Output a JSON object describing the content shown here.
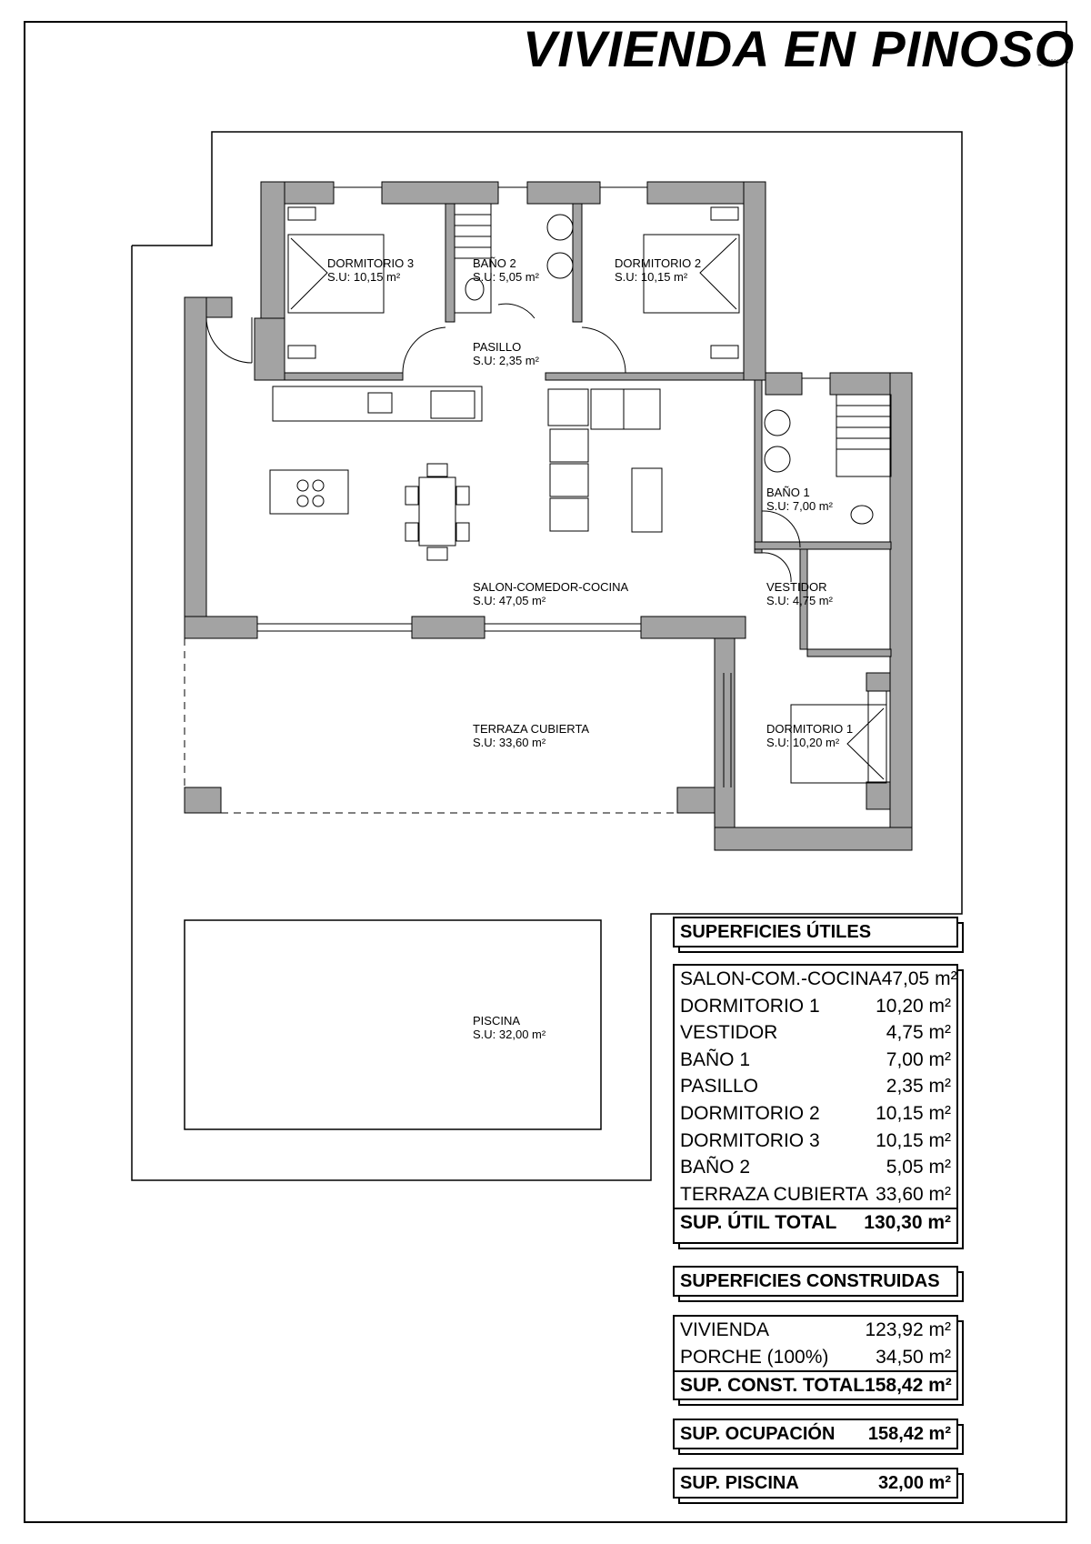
{
  "title": "VIVIENDA EN PINOSO",
  "ref_code": "_220923_v4",
  "rooms": {
    "dormitorio3": {
      "name": "DORMITORIO 3",
      "area": "S.U: 10,15 m²"
    },
    "bano2": {
      "name": "BAÑO 2",
      "area": "S.U: 5,05 m²"
    },
    "dormitorio2": {
      "name": "DORMITORIO 2",
      "area": "S.U: 10,15 m²"
    },
    "pasillo": {
      "name": "PASILLO",
      "area": "S.U: 2,35 m²"
    },
    "bano1": {
      "name": "BAÑO 1",
      "area": "S.U: 7,00 m²"
    },
    "salon": {
      "name": "SALON-COMEDOR-COCINA",
      "area": "S.U: 47,05 m²"
    },
    "vestidor": {
      "name": "VESTIDOR",
      "area": "S.U: 4,75 m²"
    },
    "terraza": {
      "name": "TERRAZA CUBIERTA",
      "area": "S.U: 33,60 m²"
    },
    "dormitorio1": {
      "name": "DORMITORIO 1",
      "area": "S.U: 10,20 m²"
    },
    "piscina": {
      "name": "PISCINA",
      "area": "S.U: 32,00 m²"
    }
  },
  "table": {
    "utiles_header": "SUPERFICIES ÚTILES",
    "utiles": [
      {
        "label": "SALON-COM.-COCINA",
        "value": "47,05 m²"
      },
      {
        "label": "DORMITORIO 1",
        "value": "10,20 m²"
      },
      {
        "label": "VESTIDOR",
        "value": "4,75 m²"
      },
      {
        "label": "BAÑO 1",
        "value": "7,00 m²"
      },
      {
        "label": "PASILLO",
        "value": "2,35 m²"
      },
      {
        "label": "DORMITORIO 2",
        "value": "10,15 m²"
      },
      {
        "label": "DORMITORIO 3",
        "value": "10,15 m²"
      },
      {
        "label": "BAÑO 2",
        "value": "5,05 m²"
      },
      {
        "label": "TERRAZA CUBIERTA",
        "value": "33,60 m²"
      }
    ],
    "util_total": {
      "label": "SUP. ÚTIL TOTAL",
      "value": "130,30 m²"
    },
    "construidas_header": "SUPERFICIES CONSTRUIDAS",
    "construidas": [
      {
        "label": "VIVIENDA",
        "value": "123,92 m²"
      },
      {
        "label": "PORCHE (100%)",
        "value": "34,50 m²"
      }
    ],
    "const_total": {
      "label": "SUP. CONST. TOTAL",
      "value": "158,42 m²"
    },
    "ocupacion": {
      "label": "SUP. OCUPACIÓN",
      "value": "158,42 m²"
    },
    "piscina": {
      "label": "SUP. PISCINA",
      "value": "32,00 m²"
    }
  },
  "colors": {
    "wall": "#a3a3a3",
    "line": "#000000",
    "paper": "#ffffff"
  }
}
